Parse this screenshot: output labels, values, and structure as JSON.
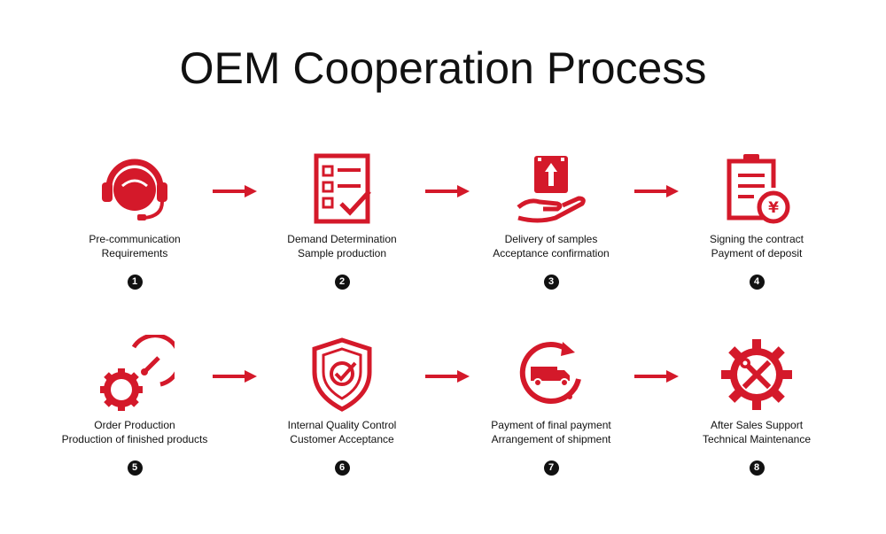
{
  "title": "OEM Cooperation Process",
  "accent_color": "#d4192a",
  "steps": [
    {
      "number": "1",
      "line1": "Pre-communication",
      "line2": "Requirements",
      "icon": "headset-icon"
    },
    {
      "number": "2",
      "line1": "Demand Determination",
      "line2": "Sample production",
      "icon": "checklist-icon"
    },
    {
      "number": "3",
      "line1": "Delivery of samples",
      "line2": "Acceptance confirmation",
      "icon": "package-hand-icon"
    },
    {
      "number": "4",
      "line1": "Signing the contract",
      "line2": "Payment of deposit",
      "icon": "contract-payment-icon"
    },
    {
      "number": "5",
      "line1": "Order Production",
      "line2": "Production of finished products",
      "icon": "gear-gauge-icon"
    },
    {
      "number": "6",
      "line1": "Internal Quality Control",
      "line2": "Customer Acceptance",
      "icon": "shield-check-icon"
    },
    {
      "number": "7",
      "line1": "Payment of final payment",
      "line2": "Arrangement of shipment",
      "icon": "truck-cycle-icon"
    },
    {
      "number": "8",
      "line1": "After Sales Support",
      "line2": "Technical Maintenance",
      "icon": "tools-gear-icon"
    }
  ]
}
